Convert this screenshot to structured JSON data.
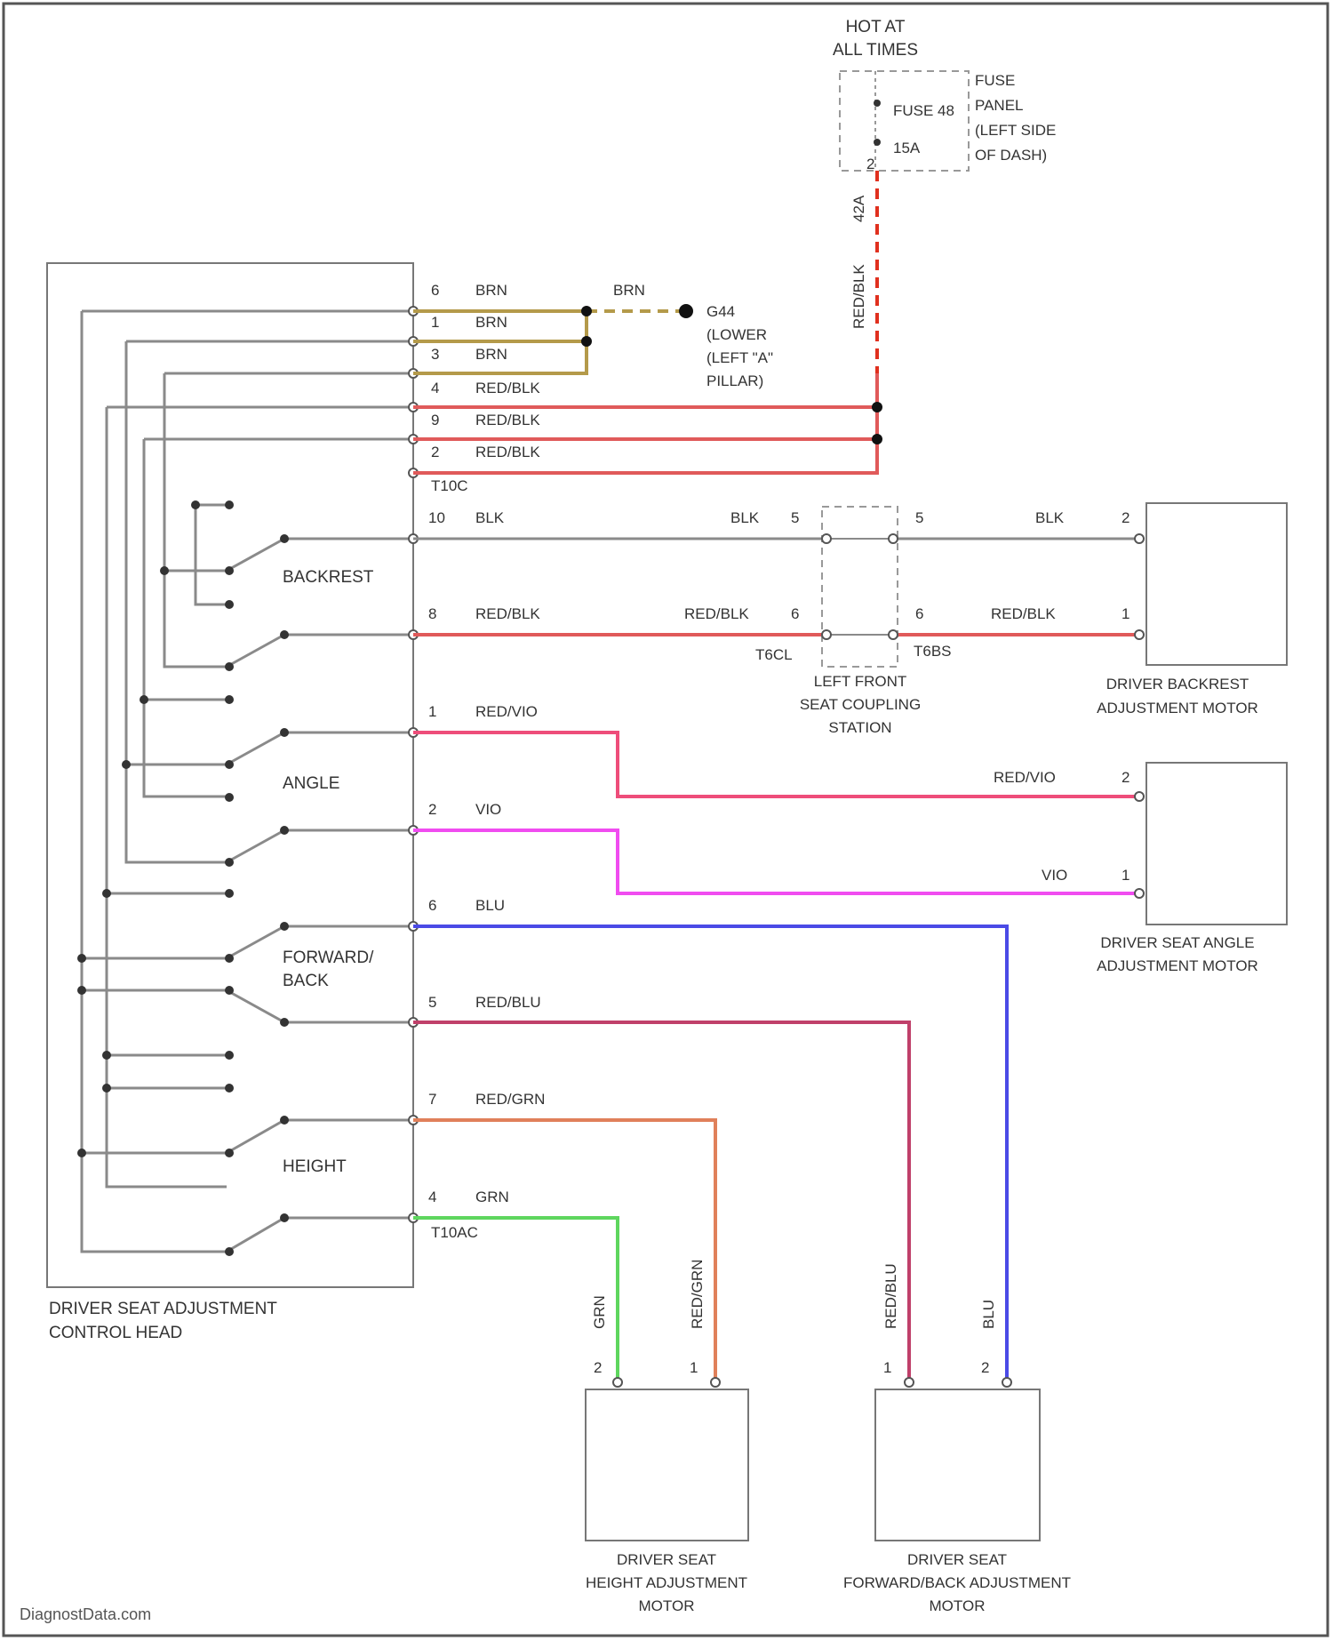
{
  "colors": {
    "frame": "#555555",
    "wire_gray": "#8a8a8a",
    "brn": "#b49a4a",
    "red_blk": "#e05a5a",
    "red_dash": "#e0301e",
    "red_vio": "#ee4d7a",
    "vio": "#f04cf0",
    "blu": "#4a4ae6",
    "red_blu": "#c0406a",
    "red_grn": "#e0805a",
    "grn": "#5ed65e"
  },
  "labels": {
    "hot_at_all_times": [
      "HOT AT",
      "ALL TIMES"
    ],
    "fuse": [
      "FUSE 48",
      "15A"
    ],
    "fuse_panel": [
      "FUSE",
      "PANEL",
      "(LEFT SIDE",
      "OF DASH)"
    ],
    "ground": [
      "G44",
      "(LOWER",
      "(LEFT \"A\"",
      "PILLAR)"
    ],
    "wire_red_blk_vertical": "RED/BLK",
    "wire_red_blk_gauge": "42A",
    "connectors": {
      "t10c": "T10C",
      "t6cl": "T6CL",
      "t6bs": "T6BS",
      "t10ac": "T10AC"
    },
    "coupling_station": [
      "LEFT FRONT",
      "SEAT COUPLING",
      "STATION"
    ],
    "switches": {
      "backrest": "BACKREST",
      "angle": "ANGLE",
      "forward_back": [
        "FORWARD/",
        "BACK"
      ],
      "height": "HEIGHT"
    },
    "control_head": [
      "DRIVER SEAT ADJUSTMENT",
      "CONTROL HEAD"
    ],
    "motors": {
      "backrest": [
        "DRIVER BACKREST",
        "ADJUSTMENT MOTOR"
      ],
      "angle": [
        "DRIVER SEAT ANGLE",
        "ADJUSTMENT MOTOR"
      ],
      "height": [
        "DRIVER SEAT",
        "HEIGHT ADJUSTMENT",
        "MOTOR"
      ],
      "forward_back": [
        "DRIVER SEAT",
        "FORWARD/BACK ADJUSTMENT",
        "MOTOR"
      ]
    },
    "watermark": "DiagnostData.com"
  },
  "wires": {
    "top_brn": {
      "pin": "6",
      "color": "BRN"
    },
    "brn_to_ground": "BRN",
    "pin_rows": [
      {
        "pin": "1",
        "color": "BRN"
      },
      {
        "pin": "3",
        "color": "BRN"
      },
      {
        "pin": "4",
        "color": "RED/BLK"
      },
      {
        "pin": "9",
        "color": "RED/BLK"
      },
      {
        "pin": "2",
        "color": "RED/BLK"
      }
    ],
    "backrest_1": {
      "pin": "10",
      "color": "BLK",
      "right_color": "BLK",
      "coupling_in_pin": "5",
      "coupling_out_pin": "5",
      "motor_pin": "2"
    },
    "backrest_2": {
      "pin": "8",
      "color": "RED/BLK",
      "right_color": "RED/BLK",
      "coupling_in_pin": "6",
      "coupling_out_pin": "6",
      "motor_pin": "1"
    },
    "angle_1": {
      "pin": "1",
      "color": "RED/VIO",
      "right_color": "RED/VIO",
      "motor_pin": "2"
    },
    "angle_2": {
      "pin": "2",
      "color": "VIO",
      "right_color": "VIO",
      "motor_pin": "1"
    },
    "fb_1": {
      "pin": "6",
      "color": "BLU",
      "vertical": "BLU",
      "motor_pin": "2"
    },
    "fb_2": {
      "pin": "5",
      "color": "RED/BLU",
      "vertical": "RED/BLU",
      "motor_pin": "1"
    },
    "ht_1": {
      "pin": "7",
      "color": "RED/GRN",
      "vertical": "RED/GRN",
      "motor_pin": "1"
    },
    "ht_2": {
      "pin": "4",
      "color": "GRN",
      "vertical": "GRN",
      "motor_pin": "2"
    }
  }
}
